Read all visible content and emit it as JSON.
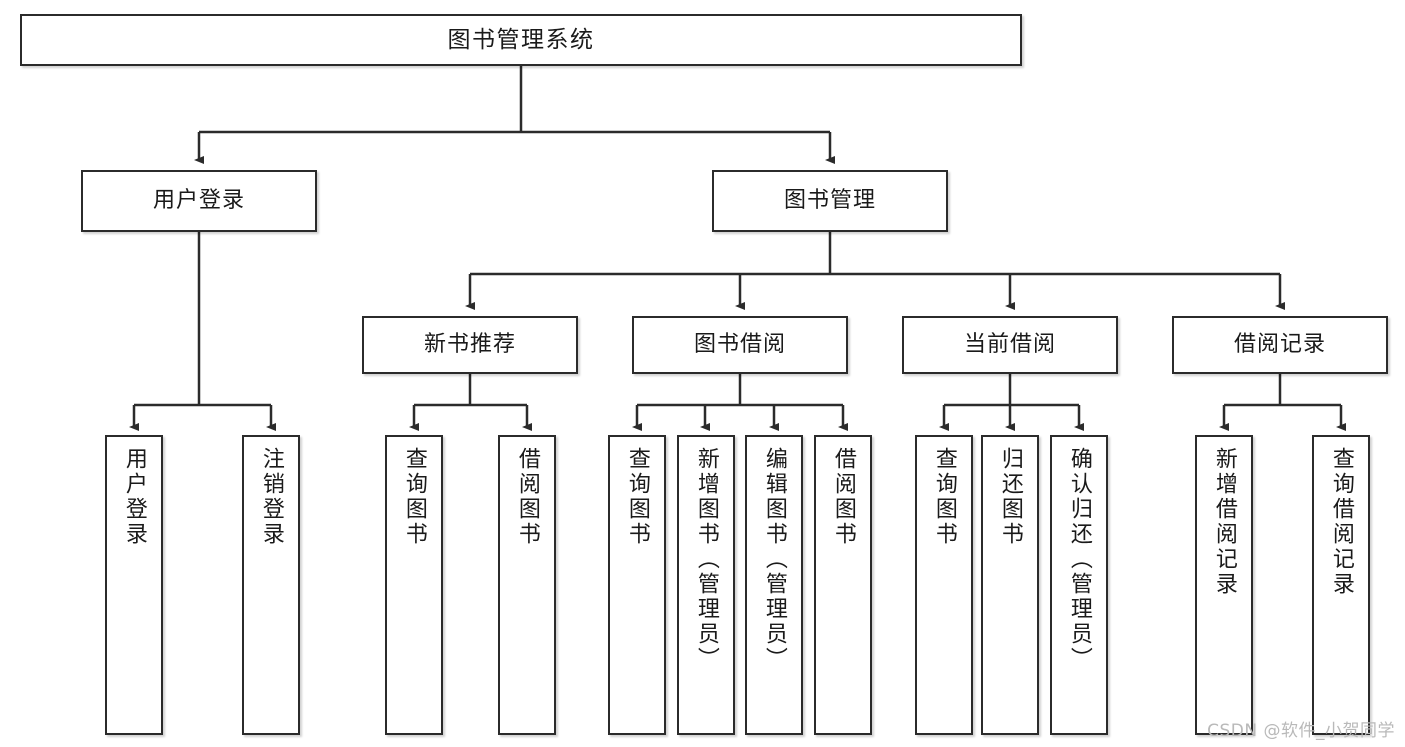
{
  "diagram": {
    "title": "图书管理系统",
    "type": "functional-structure-tree",
    "watermark": "CSDN @软件_小贺同学",
    "colors": {
      "box_border": "#2b2b2b",
      "box_fill": "#ffffff",
      "connector": "#2b2b2b",
      "text": "#1a1a1a",
      "watermark": "#b9b9b9"
    },
    "root": {
      "label": "图书管理系统"
    },
    "level1": [
      {
        "label": "用户登录"
      },
      {
        "label": "图书管理"
      }
    ],
    "level2": [
      {
        "label": "新书推荐"
      },
      {
        "label": "图书借阅"
      },
      {
        "label": "当前借阅"
      },
      {
        "label": "借阅记录"
      }
    ],
    "leaves": {
      "user_login": [
        {
          "label": "用户登录"
        },
        {
          "label": "注销登录"
        }
      ],
      "new_book_recommend": [
        {
          "label": "查询图书"
        },
        {
          "label": "借阅图书"
        }
      ],
      "book_borrow": [
        {
          "label": "查询图书"
        },
        {
          "label": "新增图书（管理员）"
        },
        {
          "label": "编辑图书（管理员）"
        },
        {
          "label": "借阅图书"
        }
      ],
      "current_borrow": [
        {
          "label": "查询图书"
        },
        {
          "label": "归还图书"
        },
        {
          "label": "确认归还（管理员）"
        }
      ],
      "borrow_record": [
        {
          "label": "新增借阅记录"
        },
        {
          "label": "查询借阅记录"
        }
      ]
    }
  }
}
